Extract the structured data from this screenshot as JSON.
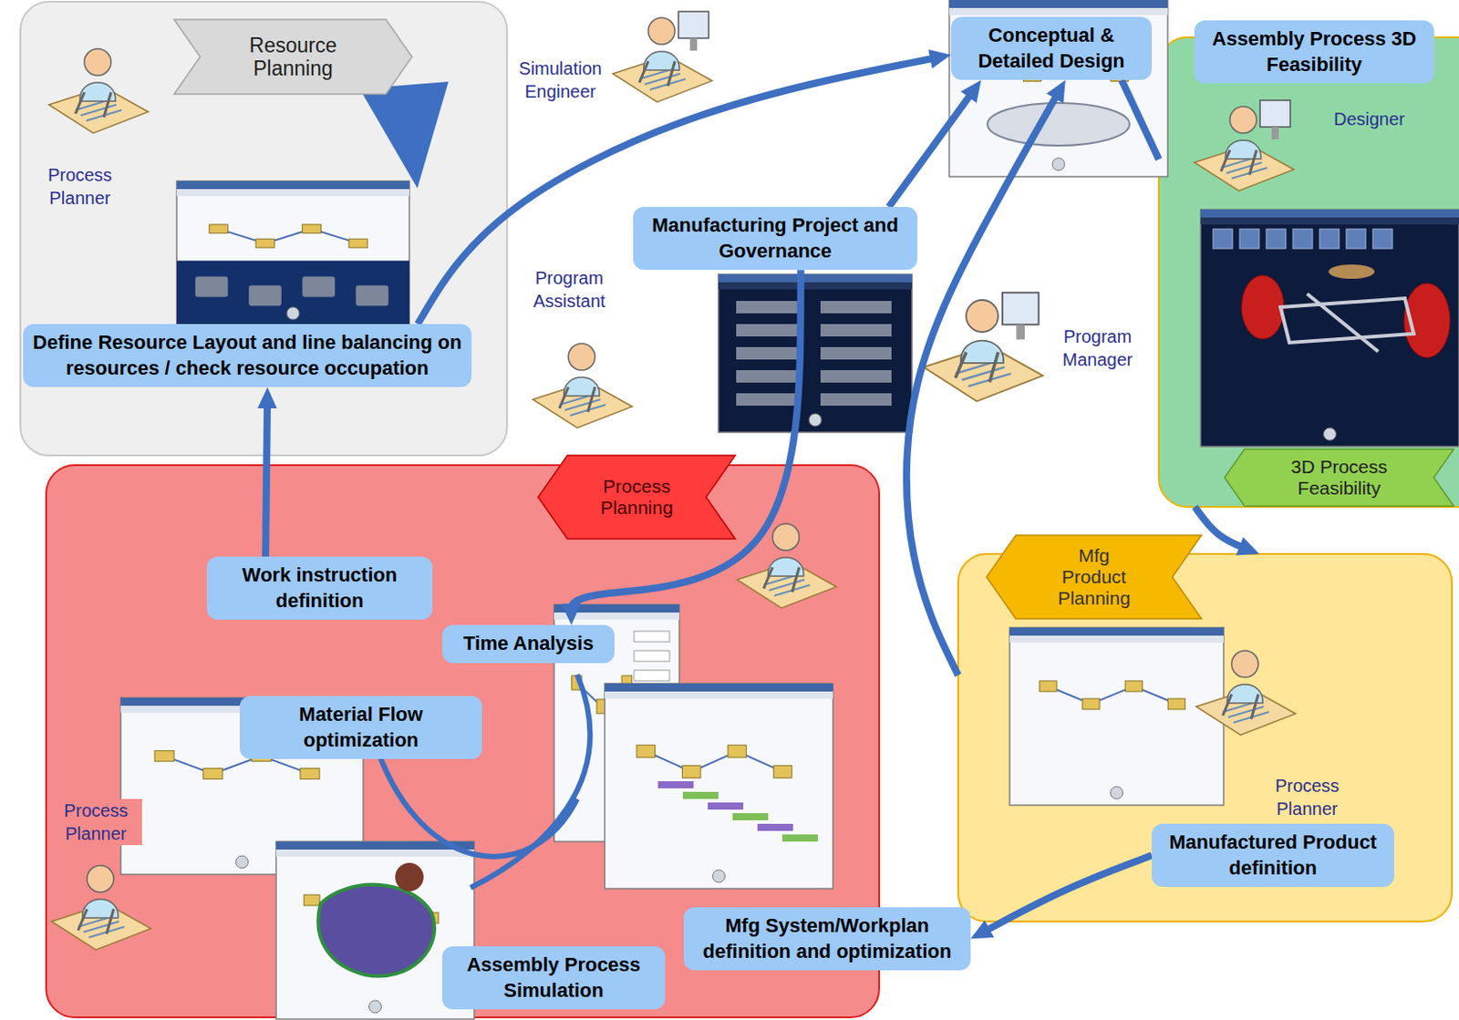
{
  "diagram": {
    "nodes": [
      {
        "text": [
          "Resource Planning"
        ]
      },
      {
        "text": [
          "Define Resource Layout and line balancing on resources / check resource occupation"
        ],
        "in": 0
      },
      {
        "text": [
          "Conceptual & Detailed Design"
        ]
      },
      {
        "text": [
          "3D Process Feasibility"
        ]
      },
      {
        "text": [
          "Assembly Process 3D Feasibility"
        ],
        "in": 3
      },
      {
        "text": [
          "Manufacturing Project and Governance"
        ]
      },
      {
        "text": [
          "Process Planning"
        ]
      },
      {
        "text": [
          "Work instruction definition"
        ],
        "in": 6
      },
      {
        "text": [
          "Time Analysis"
        ],
        "in": 6
      },
      {
        "text": [
          "Material Flow optimization"
        ],
        "in": 6
      },
      {
        "text": [
          "Assembly Process Simulation"
        ],
        "in": 6
      },
      {
        "text": [
          "Mfg System/Workplan definition and optimization"
        ],
        "in": 6
      },
      {
        "text": [
          "Mfg Product Planning"
        ]
      },
      {
        "text": [
          "Manufactured Product definition"
        ],
        "in": 12
      }
    ],
    "edges": [
      {
        "from": 1,
        "to": 2,
        "arrow": "to"
      },
      {
        "from": 5,
        "to": 2,
        "arrow": "to"
      },
      {
        "from": 12,
        "to": 2,
        "arrow": "to"
      },
      {
        "from": 2,
        "to": 3,
        "arrow": "none"
      },
      {
        "from": 3,
        "to": 12,
        "arrow": "to"
      },
      {
        "from": 13,
        "to": 11,
        "arrow": "to"
      },
      {
        "from": 7,
        "to": 1,
        "arrow": "to"
      },
      {
        "from": 5,
        "to": 8,
        "arrow": "to"
      }
    ],
    "labels": [
      "Simulation Engineer",
      "Process Planner",
      "Program Assistant",
      "Program Manager",
      "Designer",
      "Process Planner",
      "Process Planner"
    ]
  }
}
